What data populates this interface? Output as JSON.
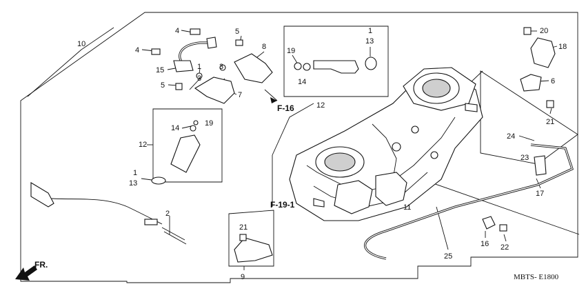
{
  "diagram": {
    "code": "MBTS- E1800",
    "front_label": "FR.",
    "references": {
      "f16": "F-16",
      "f191": "F-19-1"
    },
    "callouts": [
      {
        "key": "c10",
        "text": "10"
      },
      {
        "key": "c4a",
        "text": "4"
      },
      {
        "key": "c4b",
        "text": "4"
      },
      {
        "key": "c5a",
        "text": "5"
      },
      {
        "key": "c5b",
        "text": "5"
      },
      {
        "key": "c15",
        "text": "15"
      },
      {
        "key": "c1a",
        "text": "1"
      },
      {
        "key": "c3a",
        "text": "3"
      },
      {
        "key": "c3b",
        "text": "3"
      },
      {
        "key": "c8",
        "text": "8"
      },
      {
        "key": "c7",
        "text": "7"
      },
      {
        "key": "c14a",
        "text": "14"
      },
      {
        "key": "c19a",
        "text": "19"
      },
      {
        "key": "c12a",
        "text": "12"
      },
      {
        "key": "c1b",
        "text": "1"
      },
      {
        "key": "c13a",
        "text": "13"
      },
      {
        "key": "c19b",
        "text": "19"
      },
      {
        "key": "c14b",
        "text": "14"
      },
      {
        "key": "c1c",
        "text": "1"
      },
      {
        "key": "c13b",
        "text": "13"
      },
      {
        "key": "c12b",
        "text": "12"
      },
      {
        "key": "c20",
        "text": "20"
      },
      {
        "key": "c18",
        "text": "18"
      },
      {
        "key": "c6",
        "text": "6"
      },
      {
        "key": "c21a",
        "text": "21"
      },
      {
        "key": "c24",
        "text": "24"
      },
      {
        "key": "c23",
        "text": "23"
      },
      {
        "key": "c17",
        "text": "17"
      },
      {
        "key": "c11",
        "text": "11"
      },
      {
        "key": "c2",
        "text": "2"
      },
      {
        "key": "c21b",
        "text": "21"
      },
      {
        "key": "c9",
        "text": "9"
      },
      {
        "key": "c25",
        "text": "25"
      },
      {
        "key": "c16",
        "text": "16"
      },
      {
        "key": "c22",
        "text": "22"
      }
    ]
  }
}
